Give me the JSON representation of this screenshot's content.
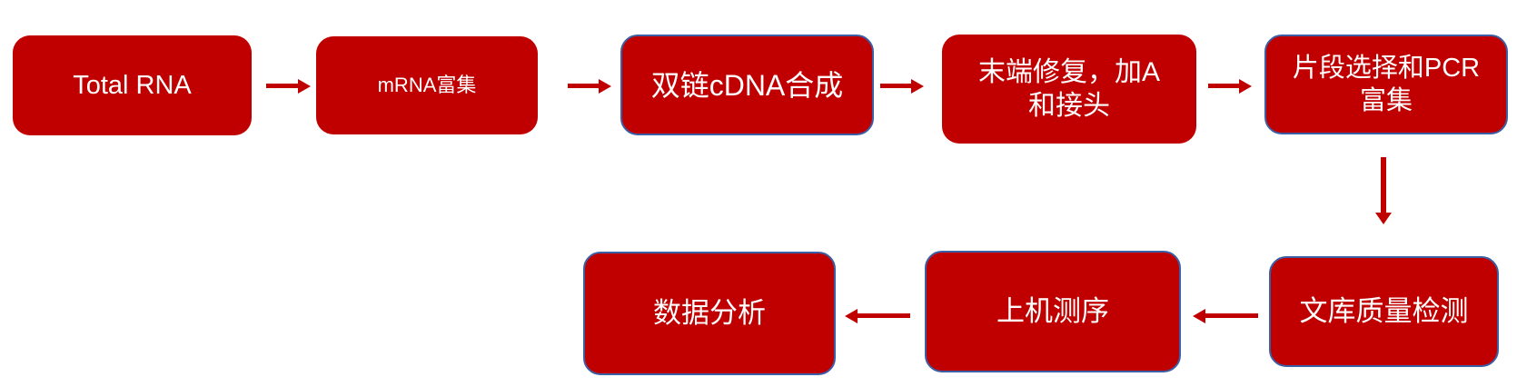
{
  "diagram": {
    "type": "flowchart",
    "colors": {
      "node_fill": "#C00000",
      "node_border": "#3B5FA5",
      "arrow": "#C00000",
      "label_text": "#FFFFFF",
      "background": "#FFFFFF"
    },
    "nodes": [
      {
        "id": "total-rna",
        "label": "Total RNA"
      },
      {
        "id": "mrna-enrichment",
        "label": "mRNA富集"
      },
      {
        "id": "ds-cdna-synthesis",
        "label": "双链cDNA合成"
      },
      {
        "id": "end-repair-a-adapter",
        "label": "末端修复，加A\n和接头"
      },
      {
        "id": "fragment-selection-pcr",
        "label": "片段选择和PCR\n富集"
      },
      {
        "id": "library-qc",
        "label": "文库质量检测"
      },
      {
        "id": "sequencing",
        "label": "上机测序"
      },
      {
        "id": "data-analysis",
        "label": "数据分析"
      }
    ],
    "edges": [
      {
        "from": "total-rna",
        "to": "mrna-enrichment",
        "direction": "right"
      },
      {
        "from": "mrna-enrichment",
        "to": "ds-cdna-synthesis",
        "direction": "right"
      },
      {
        "from": "ds-cdna-synthesis",
        "to": "end-repair-a-adapter",
        "direction": "right"
      },
      {
        "from": "end-repair-a-adapter",
        "to": "fragment-selection-pcr",
        "direction": "right"
      },
      {
        "from": "fragment-selection-pcr",
        "to": "library-qc",
        "direction": "down"
      },
      {
        "from": "library-qc",
        "to": "sequencing",
        "direction": "left"
      },
      {
        "from": "sequencing",
        "to": "data-analysis",
        "direction": "left"
      }
    ]
  }
}
